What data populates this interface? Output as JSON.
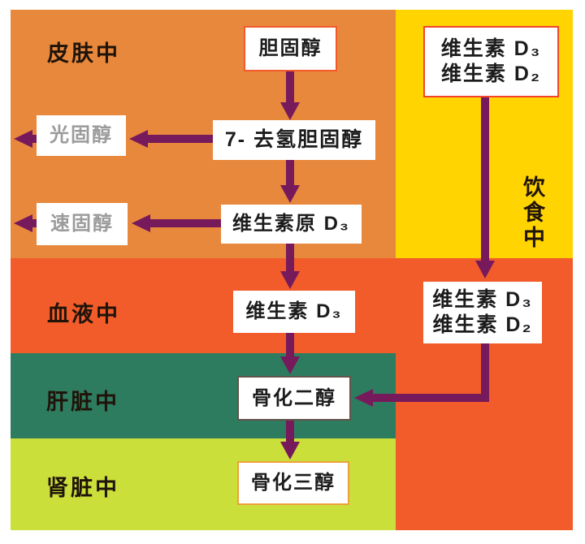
{
  "diagram": {
    "title_semantic": "vitamin-d-synthesis-pathway",
    "regions": {
      "skin": {
        "label": "皮肤中",
        "color": "#E8883C"
      },
      "diet": {
        "label": "饮食中",
        "color": "#FFD401"
      },
      "blood": {
        "label": "血液中",
        "color": "#F25C2A"
      },
      "liver": {
        "label": "肝脏中",
        "color": "#2E7C60"
      },
      "kidney": {
        "label": "肾脏中",
        "color": "#CBDF3B"
      }
    },
    "nodes": {
      "cholesterol": {
        "label": "胆固醇"
      },
      "dehydrocholesterol": {
        "label": "7- 去氢胆固醇"
      },
      "lumisterol": {
        "label": "光固醇"
      },
      "tachysterol": {
        "label": "速固醇"
      },
      "previtamin_d3": {
        "label": "维生素原 D₃"
      },
      "vitamin_d3": {
        "label": "维生素 D₃"
      },
      "diet_vitamins": {
        "line1": "维生素 D₃",
        "line2": "维生素 D₂"
      },
      "blood_vitamins": {
        "line1": "维生素 D₃",
        "line2": "维生素 D₂"
      },
      "calcifediol": {
        "label": "骨化二醇"
      },
      "calcitriol": {
        "label": "骨化三醇"
      }
    },
    "edges": [
      {
        "from": "cholesterol",
        "to": "dehydrocholesterol"
      },
      {
        "from": "dehydrocholesterol",
        "to": "lumisterol"
      },
      {
        "from": "lumisterol",
        "to": "out-left"
      },
      {
        "from": "dehydrocholesterol",
        "to": "previtamin_d3"
      },
      {
        "from": "previtamin_d3",
        "to": "tachysterol"
      },
      {
        "from": "tachysterol",
        "to": "out-left"
      },
      {
        "from": "previtamin_d3",
        "to": "vitamin_d3"
      },
      {
        "from": "vitamin_d3",
        "to": "calcifediol"
      },
      {
        "from": "calcifediol",
        "to": "calcitriol"
      },
      {
        "from": "diet_vitamins",
        "to": "blood_vitamins"
      },
      {
        "from": "blood_vitamins",
        "to": "calcifediol"
      }
    ],
    "arrow_color": "#771A5C",
    "grey_text_color": "#9b9b9b"
  }
}
